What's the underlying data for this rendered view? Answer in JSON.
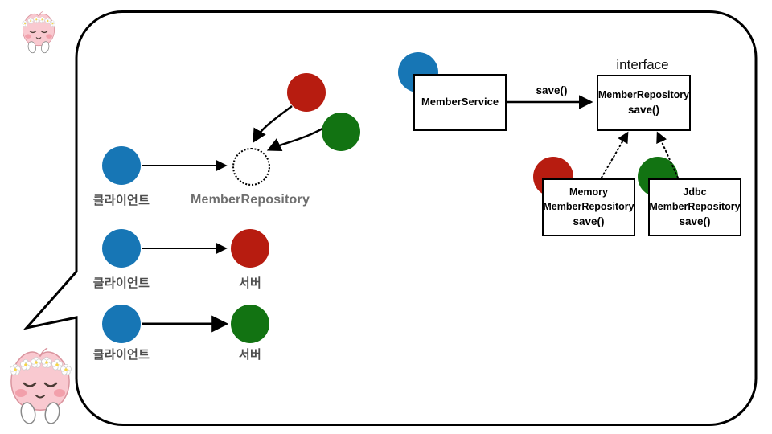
{
  "slide": {
    "type": "speech-bubble-diagram",
    "stickers": {
      "top_left": "peach-character-flower-crown-praying",
      "bottom_left": "peach-character-flower-crown-praying"
    }
  },
  "colors": {
    "client_blue": "#1776b5",
    "server_red": "#b71c10",
    "server_green": "#127312",
    "outline": "#000000",
    "label_gray": "#4d4d4d",
    "repository_gray": "#6e6e6e"
  },
  "left_diagram": {
    "abstract_row": {
      "client_label": "클라이언트",
      "target_label": "MemberRepository"
    },
    "row2": {
      "client_label": "클라이언트",
      "server_label": "서버"
    },
    "row3": {
      "client_label": "클라이언트",
      "server_label": "서버"
    }
  },
  "right_diagram": {
    "interface_label": "interface",
    "member_service_box": {
      "title": "MemberService"
    },
    "arrow_label": "save()",
    "interface_box": {
      "title": "MemberRepository",
      "method": "save()"
    },
    "memory_box": {
      "line1": "Memory",
      "line2": "MemberRepository",
      "method": "save()"
    },
    "jdbc_box": {
      "line1": "Jdbc",
      "line2": "MemberRepository",
      "method": "save()"
    }
  }
}
